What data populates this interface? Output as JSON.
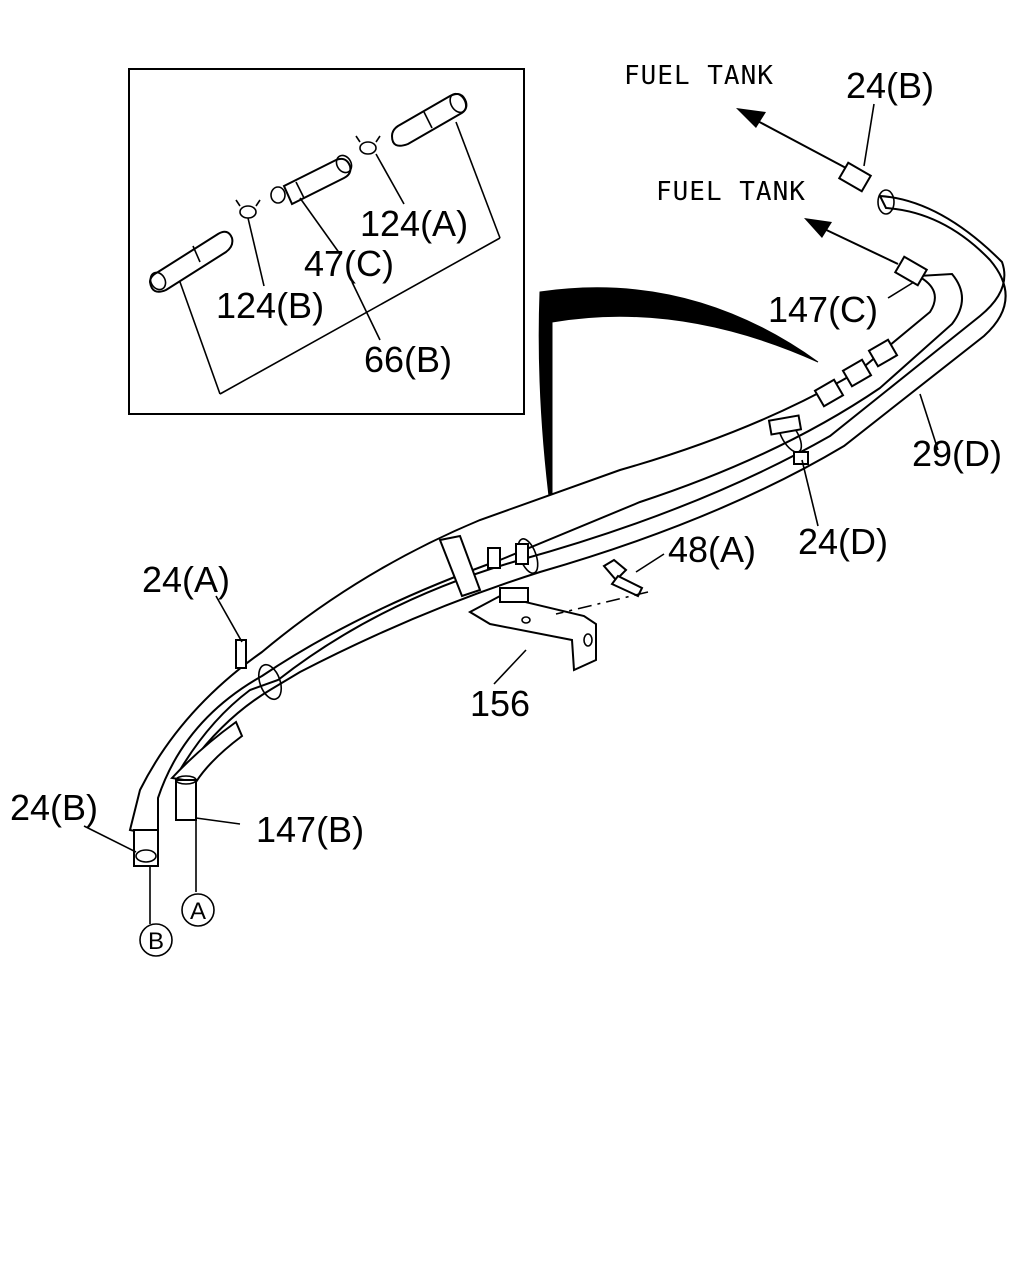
{
  "labels": {
    "fuel_tank_top": "FUEL TANK",
    "fuel_tank_mid": "FUEL TANK",
    "p24b_top": "24(B)",
    "p147c": "147(C)",
    "p29d": "29(D)",
    "p24d": "24(D)",
    "p48a": "48(A)",
    "p24a": "24(A)",
    "p156": "156",
    "p24b_left": "24(B)",
    "p147b": "147(B)",
    "circle_a": "A",
    "circle_b": "B"
  },
  "inset": {
    "p124a": "124(A)",
    "p47c": "47(C)",
    "p124b": "124(B)",
    "p66b": "66(B)"
  }
}
